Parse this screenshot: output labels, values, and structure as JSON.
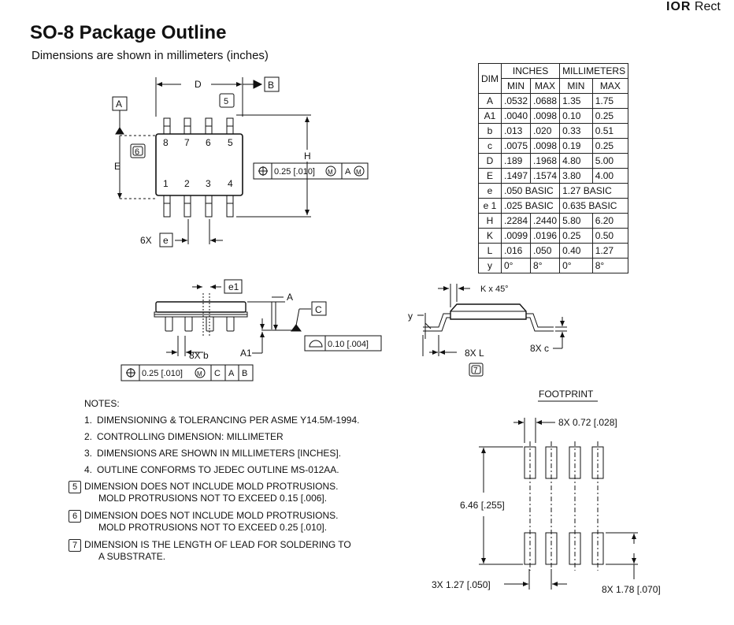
{
  "brand": {
    "logo": "IOR",
    "text": "Rect"
  },
  "title": "SO-8 Package Outline",
  "subtitle": "Dimensions are shown in millimeters (inches)",
  "top_view": {
    "label_D": "D",
    "datum_B": "B",
    "datum_A": "A",
    "note5": "5",
    "note6": "6",
    "label_E": "E",
    "label_H": "H",
    "pins_top": [
      "8",
      "7",
      "6",
      "5"
    ],
    "pins_bottom": [
      "1",
      "2",
      "3",
      "4"
    ],
    "fcf_tol": "0.25 [.010]",
    "fcf_mod": "M",
    "fcf_datum": "A",
    "fcf_datum_mod": "M",
    "pitch_count": "6X",
    "pitch_label": "e"
  },
  "side_view": {
    "e1_label": "e1",
    "label_A": "A",
    "datum_C": "C",
    "coplanarity": "0.10 [.004]",
    "label_A1": "A1",
    "lead_width": "8X b",
    "fcf_tol": "0.25 [.010]",
    "fcf_mod": "M",
    "fcf_datums": [
      "C",
      "A",
      "B"
    ]
  },
  "end_view": {
    "chamfer": "K x 45°",
    "label_y": "y",
    "lead_len": "8X L",
    "lead_thk": "8X c",
    "note7": "7"
  },
  "table": {
    "dim_header": "DIM",
    "groups": [
      "INCHES",
      "MILLIMETERS"
    ],
    "subheaders": [
      "MIN",
      "MAX",
      "MIN",
      "MAX"
    ],
    "rows": [
      [
        "A",
        ".0532",
        ".0688",
        "1.35",
        "1.75"
      ],
      [
        "A1",
        ".0040",
        ".0098",
        "0.10",
        "0.25"
      ],
      [
        "b",
        ".013",
        ".020",
        "0.33",
        "0.51"
      ],
      [
        "c",
        ".0075",
        ".0098",
        "0.19",
        "0.25"
      ],
      [
        "D",
        ".189",
        ".1968",
        "4.80",
        "5.00"
      ],
      [
        "E",
        ".1497",
        ".1574",
        "3.80",
        "4.00"
      ],
      [
        "e",
        ".050 BASIC",
        "",
        "1.27 BASIC",
        ""
      ],
      [
        "e 1",
        ".025 BASIC",
        "",
        "0.635 BASIC",
        ""
      ],
      [
        "H",
        ".2284",
        ".2440",
        "5.80",
        "6.20"
      ],
      [
        "K",
        ".0099",
        ".0196",
        "0.25",
        "0.50"
      ],
      [
        "L",
        ".016",
        ".050",
        "0.40",
        "1.27"
      ],
      [
        "y",
        "0°",
        "8°",
        "0°",
        "8°"
      ]
    ]
  },
  "notes": {
    "header": "NOTES:",
    "items": [
      {
        "num": "1.",
        "text": "DIMENSIONING & TOLERANCING PER ASME Y14.5M-1994."
      },
      {
        "num": "2.",
        "text": "CONTROLLING DIMENSION: MILLIMETER"
      },
      {
        "num": "3.",
        "text": "DIMENSIONS ARE SHOWN IN MILLIMETERS [INCHES]."
      },
      {
        "num": "4.",
        "text": "OUTLINE CONFORMS TO JEDEC OUTLINE MS-012AA."
      },
      {
        "num": "5",
        "text": "DIMENSION DOES NOT INCLUDE MOLD PROTRUSIONS.",
        "cont": "MOLD PROTRUSIONS NOT TO EXCEED 0.15 [.006]."
      },
      {
        "num": "6",
        "text": "DIMENSION DOES NOT INCLUDE MOLD PROTRUSIONS.",
        "cont": "MOLD PROTRUSIONS NOT TO EXCEED 0.25 [.010]."
      },
      {
        "num": "7",
        "text": "DIMENSION IS THE LENGTH OF LEAD FOR SOLDERING TO",
        "cont": "A SUBSTRATE."
      }
    ]
  },
  "footprint": {
    "title": "FOOTPRINT",
    "pad_width": "8X 0.72 [.028]",
    "row_span": "6.46 [.255]",
    "pitch": "3X 1.27 [.050]",
    "pad_length": "8X 1.78 [.070]"
  }
}
